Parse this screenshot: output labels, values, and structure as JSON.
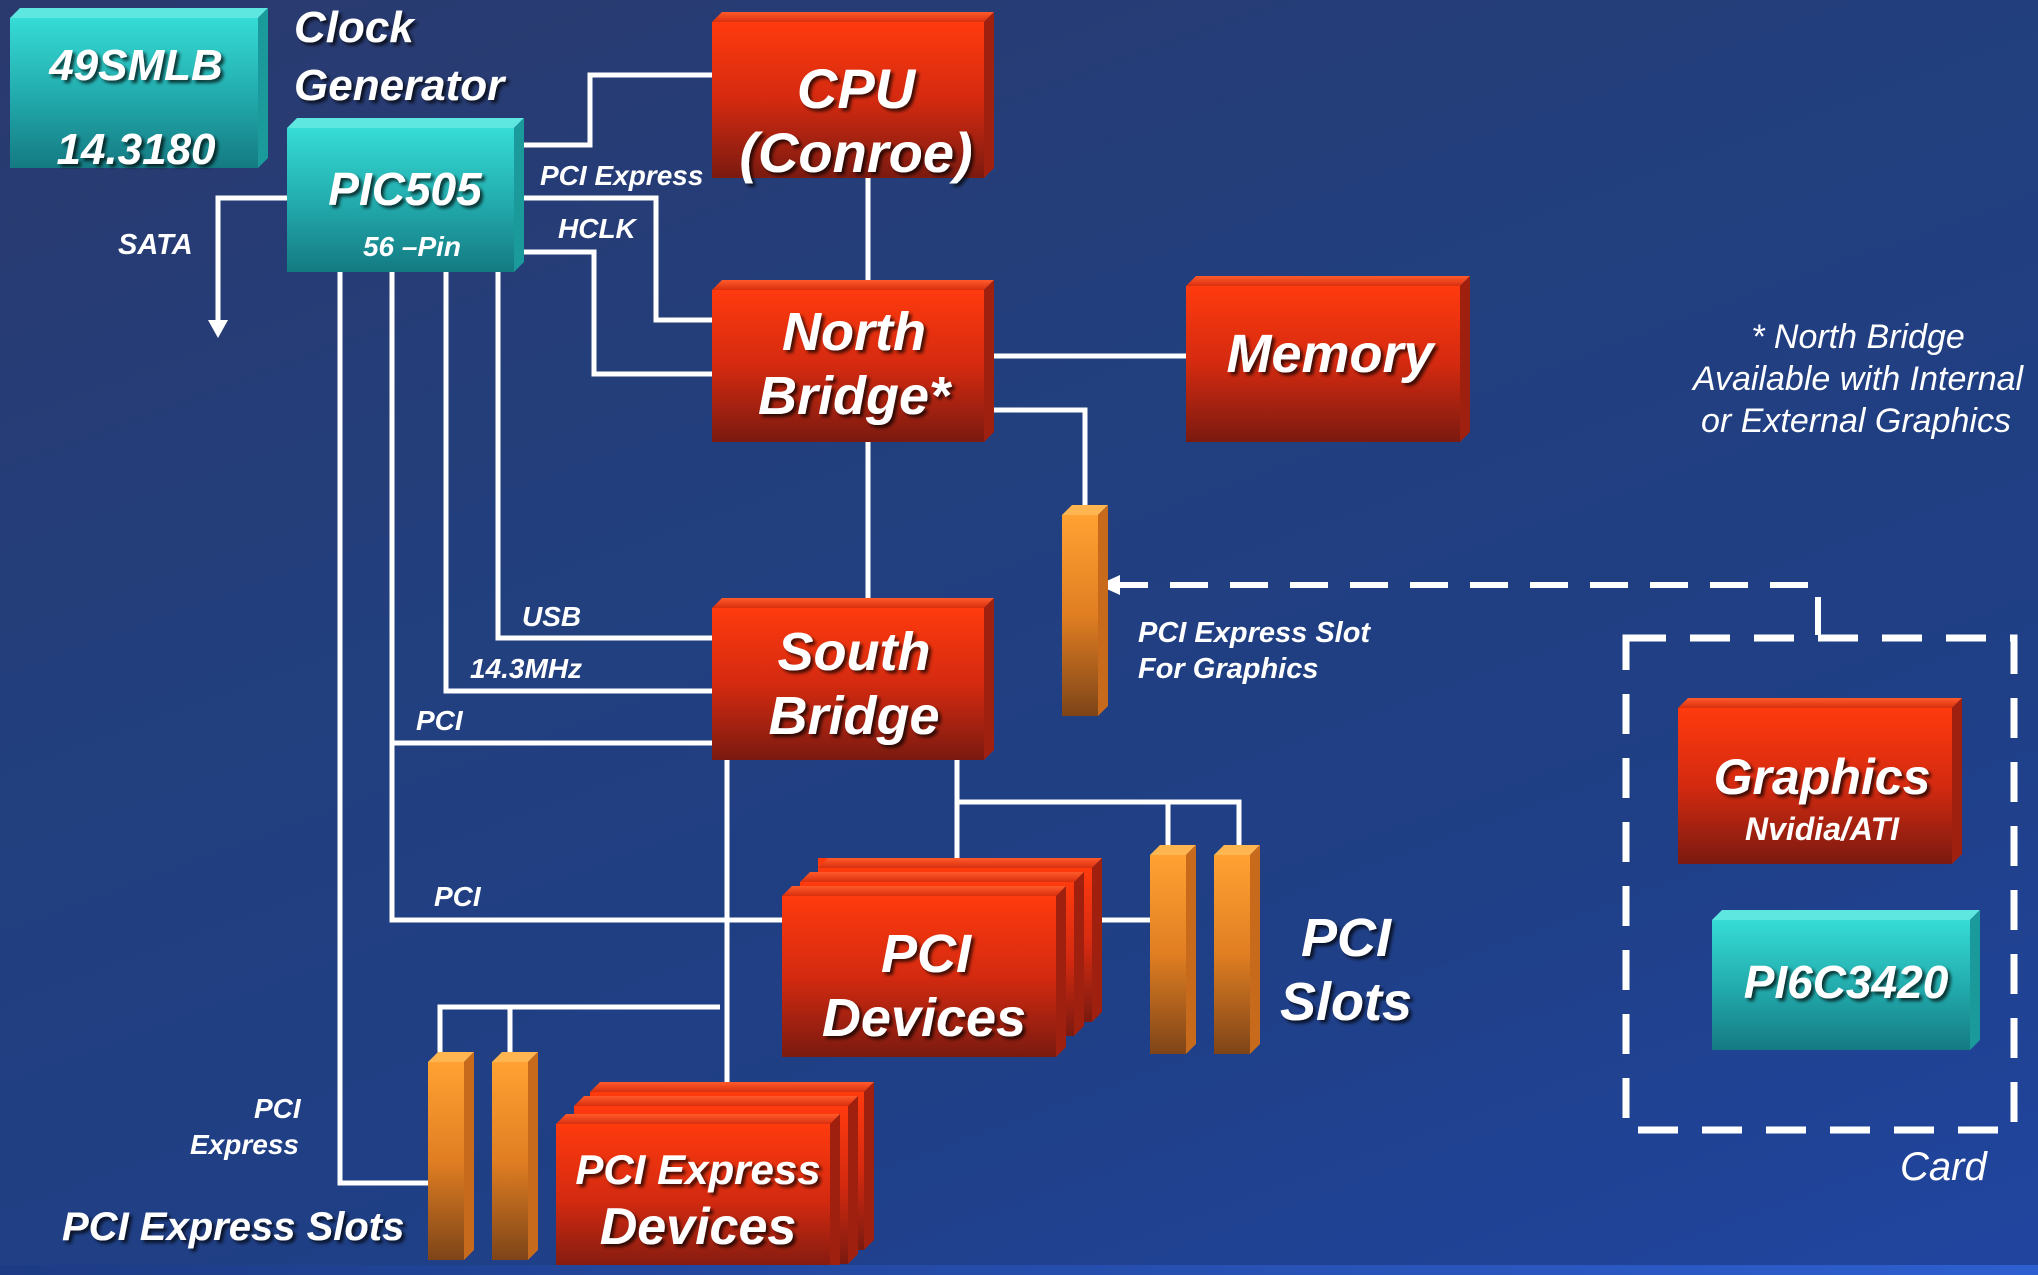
{
  "blocks": {
    "crystal": {
      "line1": "49SMLB",
      "line2": "14.3180"
    },
    "clock_gen_title": {
      "line1": "Clock",
      "line2": "Generator"
    },
    "pic505": {
      "line1": "PIC505",
      "line2": "56 –Pin"
    },
    "cpu": {
      "line1": "CPU",
      "line2": "(Conroe)"
    },
    "north_bridge": {
      "line1": "North",
      "line2": "Bridge*"
    },
    "memory": {
      "line1": "Memory"
    },
    "south_bridge": {
      "line1": "South",
      "line2": "Bridge"
    },
    "pci_devices": {
      "line1": "PCI",
      "line2": "Devices"
    },
    "pcie_devices": {
      "line1": "PCI Express",
      "line2": "Devices"
    },
    "graphics": {
      "line1": "Graphics",
      "line2": "Nvidia/ATI"
    },
    "pi6c3420": {
      "line1": "PI6C3420"
    }
  },
  "signals": {
    "sata": "SATA",
    "pci_express": "PCI Express",
    "hclk": "HCLK",
    "usb": "USB",
    "mhz": "14.3MHz",
    "pci_top": "PCI",
    "pci_mid": "PCI",
    "pci_express_left1": "PCI",
    "pci_express_left2": "Express"
  },
  "labels": {
    "pcie_graphics_slot1": "PCI Express Slot",
    "pcie_graphics_slot2": "For Graphics",
    "pci_slots1": "PCI",
    "pci_slots2": "Slots",
    "pcie_slots": "PCI Express Slots",
    "card": "Card",
    "note1": "* North Bridge",
    "note2": "Available with Internal",
    "note3": "or External Graphics"
  },
  "colors": {
    "red_top": "#ff3a10",
    "red_bottom": "#7a1a10",
    "teal_top": "#33d6d0",
    "teal_bottom": "#147a82",
    "slot_top": "#ffa030",
    "slot_bottom": "#8a4a18",
    "wire": "#ffffff"
  }
}
